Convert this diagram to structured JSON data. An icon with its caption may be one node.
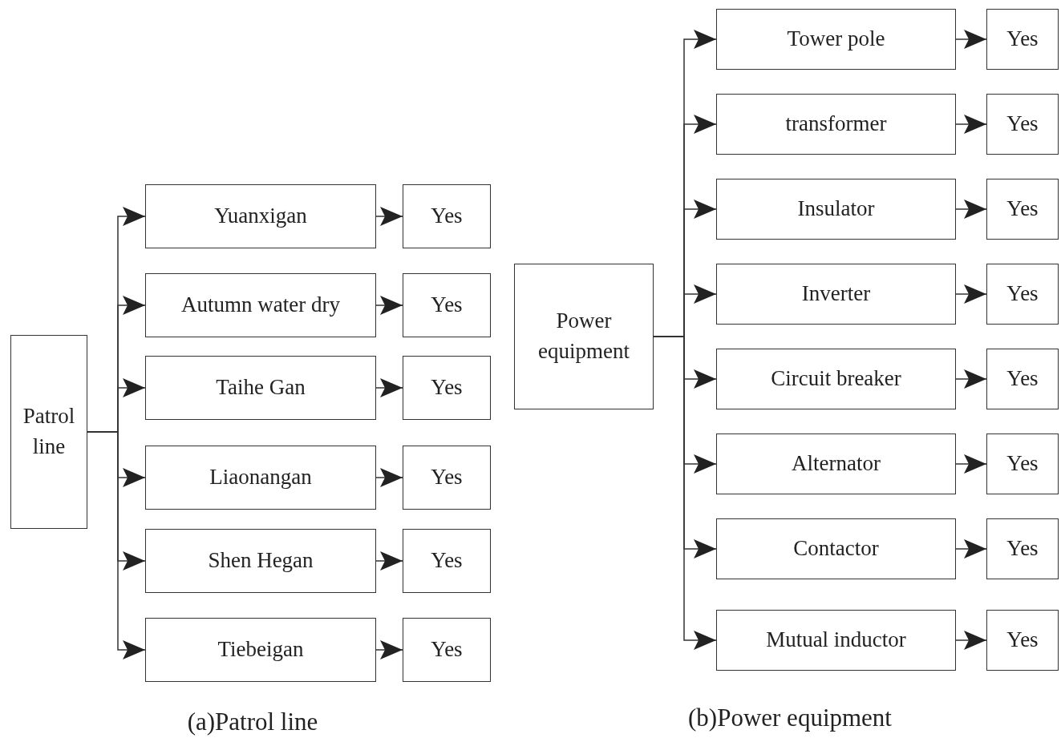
{
  "diagram": {
    "nodes": [
      {
        "text": [
          "Patrol line"
        ]
      },
      {
        "text": [
          "Yuanxigan"
        ]
      },
      {
        "text": [
          "Yes"
        ]
      },
      {
        "text": [
          "Autumn water dry"
        ]
      },
      {
        "text": [
          "Yes"
        ]
      },
      {
        "text": [
          "Taihe Gan"
        ]
      },
      {
        "text": [
          "Yes"
        ]
      },
      {
        "text": [
          "Liaonangan"
        ]
      },
      {
        "text": [
          "Yes"
        ]
      },
      {
        "text": [
          "Shen Hegan"
        ]
      },
      {
        "text": [
          "Yes"
        ]
      },
      {
        "text": [
          "Tiebeigan"
        ]
      },
      {
        "text": [
          "Yes"
        ]
      },
      {
        "text": [
          "Power equipment"
        ]
      },
      {
        "text": [
          "Tower pole"
        ]
      },
      {
        "text": [
          "Yes"
        ]
      },
      {
        "text": [
          "transformer"
        ]
      },
      {
        "text": [
          "Yes"
        ]
      },
      {
        "text": [
          "Insulator"
        ]
      },
      {
        "text": [
          "Yes"
        ]
      },
      {
        "text": [
          "Inverter"
        ]
      },
      {
        "text": [
          "Yes"
        ]
      },
      {
        "text": [
          "Circuit breaker"
        ]
      },
      {
        "text": [
          "Yes"
        ]
      },
      {
        "text": [
          "Alternator"
        ]
      },
      {
        "text": [
          "Yes"
        ]
      },
      {
        "text": [
          "Contactor"
        ]
      },
      {
        "text": [
          "Yes"
        ]
      },
      {
        "text": [
          "Mutual inductor"
        ]
      },
      {
        "text": [
          "Yes"
        ]
      }
    ],
    "edges": [
      {
        "from": 0,
        "to": 1,
        "arrow": "to"
      },
      {
        "from": 1,
        "to": 2,
        "arrow": "to"
      },
      {
        "from": 0,
        "to": 3,
        "arrow": "to"
      },
      {
        "from": 3,
        "to": 4,
        "arrow": "to"
      },
      {
        "from": 0,
        "to": 5,
        "arrow": "to"
      },
      {
        "from": 5,
        "to": 6,
        "arrow": "to"
      },
      {
        "from": 0,
        "to": 7,
        "arrow": "to"
      },
      {
        "from": 7,
        "to": 8,
        "arrow": "to"
      },
      {
        "from": 0,
        "to": 9,
        "arrow": "to"
      },
      {
        "from": 9,
        "to": 10,
        "arrow": "to"
      },
      {
        "from": 0,
        "to": 11,
        "arrow": "to"
      },
      {
        "from": 11,
        "to": 12,
        "arrow": "to"
      },
      {
        "from": 13,
        "to": 14,
        "arrow": "to"
      },
      {
        "from": 14,
        "to": 15,
        "arrow": "to"
      },
      {
        "from": 13,
        "to": 16,
        "arrow": "to"
      },
      {
        "from": 16,
        "to": 17,
        "arrow": "to"
      },
      {
        "from": 13,
        "to": 18,
        "arrow": "to"
      },
      {
        "from": 18,
        "to": 19,
        "arrow": "to"
      },
      {
        "from": 13,
        "to": 20,
        "arrow": "to"
      },
      {
        "from": 20,
        "to": 21,
        "arrow": "to"
      },
      {
        "from": 13,
        "to": 22,
        "arrow": "to"
      },
      {
        "from": 22,
        "to": 23,
        "arrow": "to"
      },
      {
        "from": 13,
        "to": 24,
        "arrow": "to"
      },
      {
        "from": 24,
        "to": 25,
        "arrow": "to"
      },
      {
        "from": 13,
        "to": 26,
        "arrow": "to"
      },
      {
        "from": 26,
        "to": 27,
        "arrow": "to"
      },
      {
        "from": 13,
        "to": 28,
        "arrow": "to"
      },
      {
        "from": 28,
        "to": 29,
        "arrow": "to"
      }
    ],
    "labels": [
      "(a)Patrol line",
      "(b)Power equipment"
    ]
  }
}
